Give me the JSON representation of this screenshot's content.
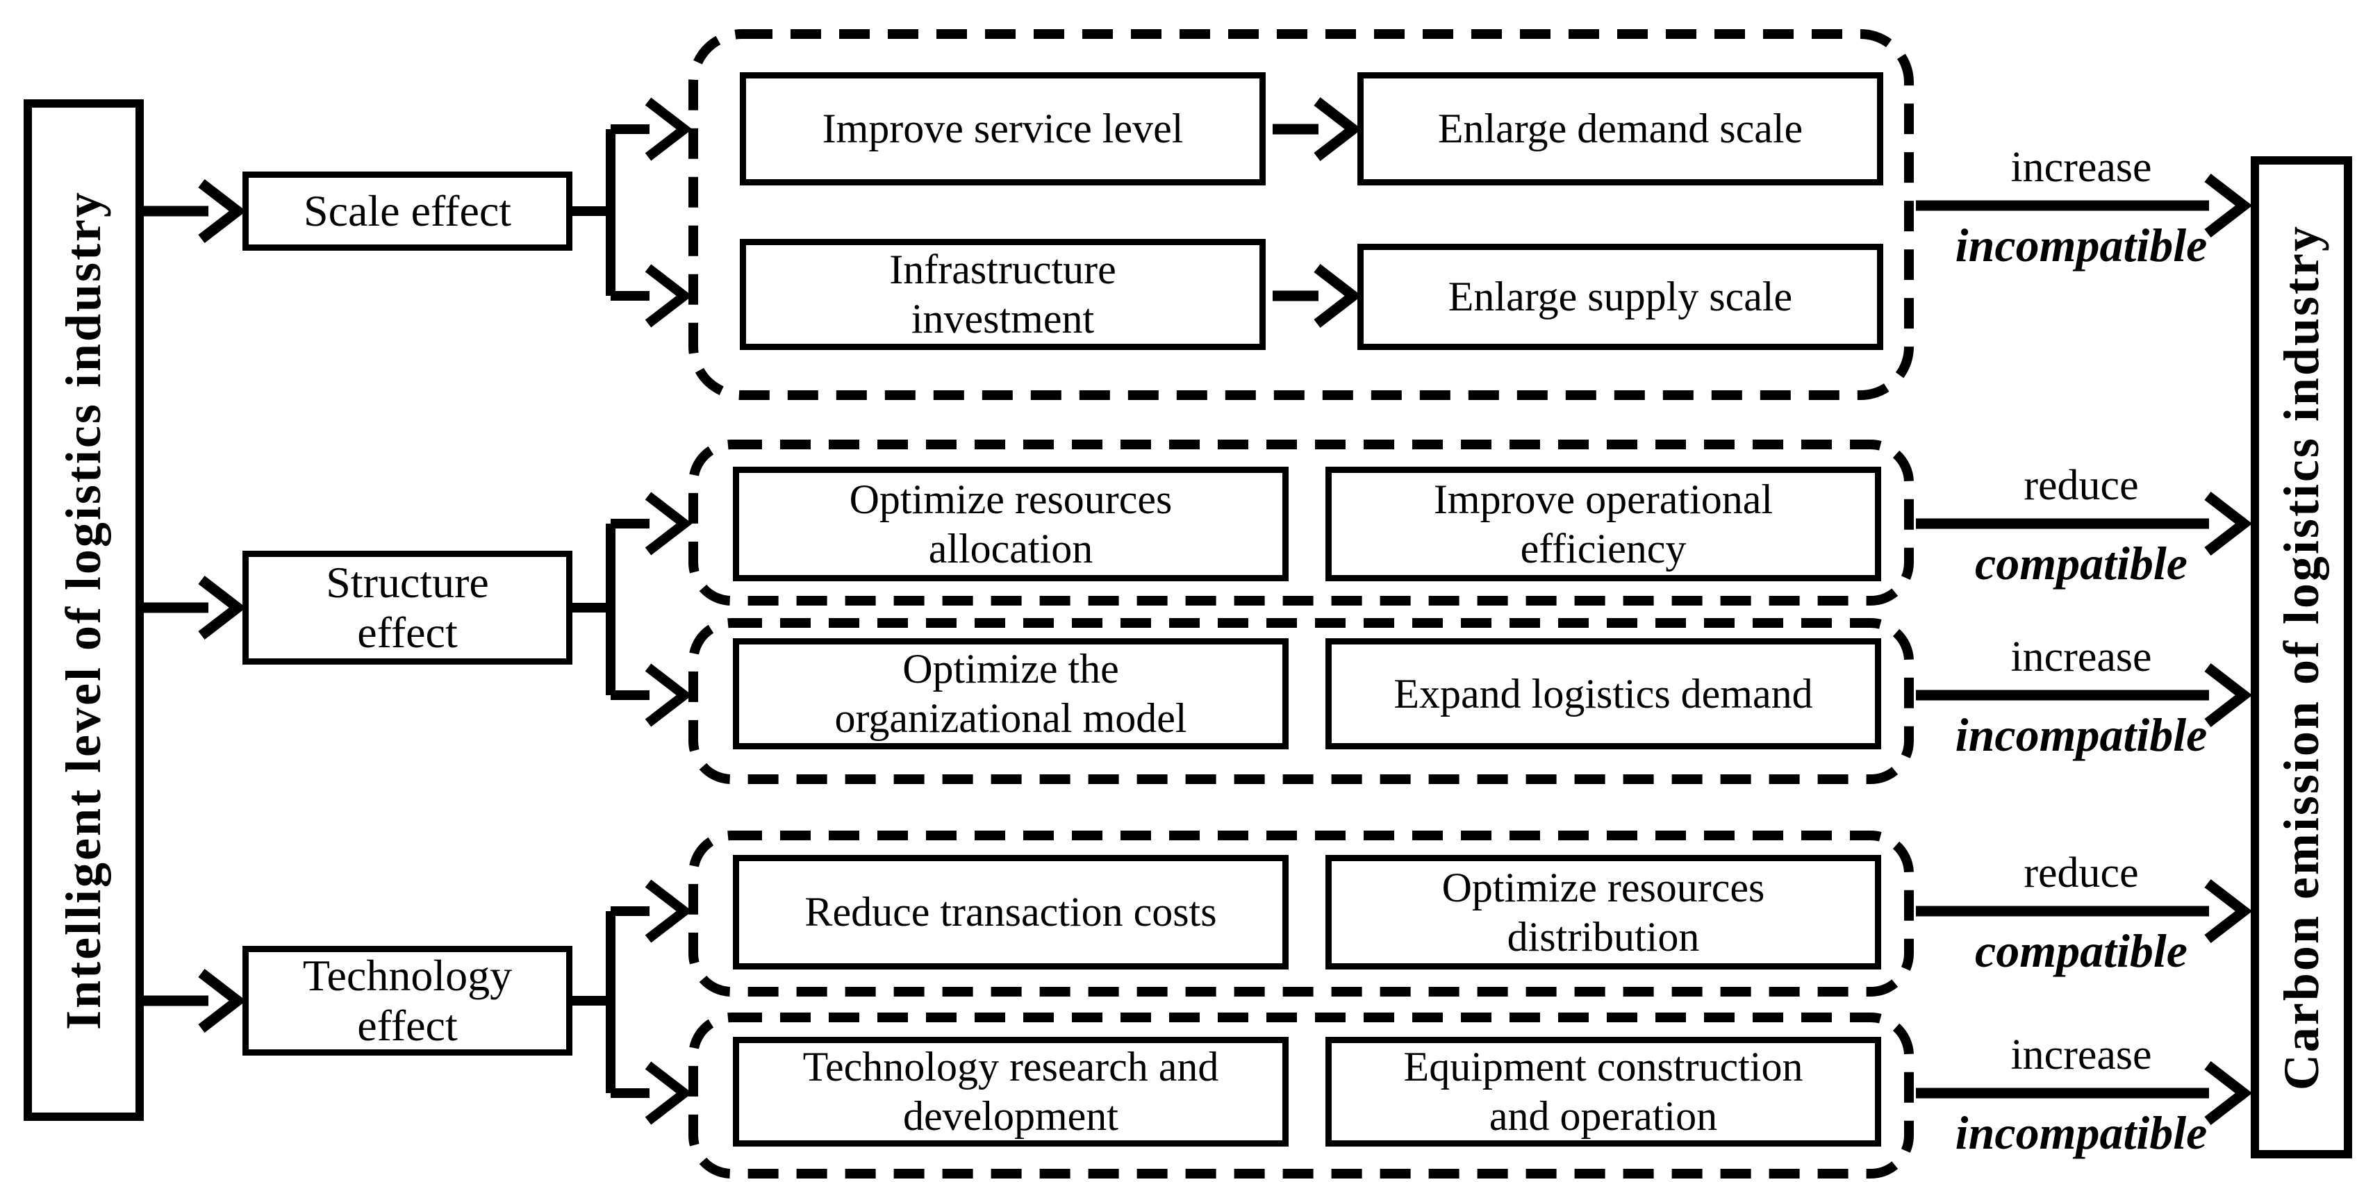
{
  "left_box": {
    "label": "Intelligent level of logistics industry"
  },
  "right_box": {
    "label": "Carbon emission of logistics industry"
  },
  "effects": [
    {
      "label": "Scale effect"
    },
    {
      "label": "Structure\neffect"
    },
    {
      "label": "Technology\neffect"
    }
  ],
  "groups": [
    {
      "boxes": [
        "Improve service level",
        "Enlarge demand scale",
        "Infrastructure\ninvestment",
        "Enlarge supply scale"
      ],
      "internal_arrows": true
    },
    {
      "boxes": [
        "Optimize resources\nallocation",
        "Improve operational\nefficiency"
      ],
      "internal_arrows": false
    },
    {
      "boxes": [
        "Optimize the\norganizational model",
        "Expand logistics demand"
      ],
      "internal_arrows": false
    },
    {
      "boxes": [
        "Reduce transaction costs",
        "Optimize resources\ndistribution"
      ],
      "internal_arrows": false
    },
    {
      "boxes": [
        "Technology research and\ndevelopment",
        "Equipment construction\nand operation"
      ],
      "internal_arrows": false
    }
  ],
  "outcomes": [
    {
      "verb": "increase",
      "relation": "incompatible"
    },
    {
      "verb": "reduce",
      "relation": "compatible"
    },
    {
      "verb": "increase",
      "relation": "incompatible"
    },
    {
      "verb": "reduce",
      "relation": "compatible"
    },
    {
      "verb": "increase",
      "relation": "incompatible"
    }
  ],
  "colors": {
    "ink": "#000000",
    "paper": "#ffffff"
  }
}
